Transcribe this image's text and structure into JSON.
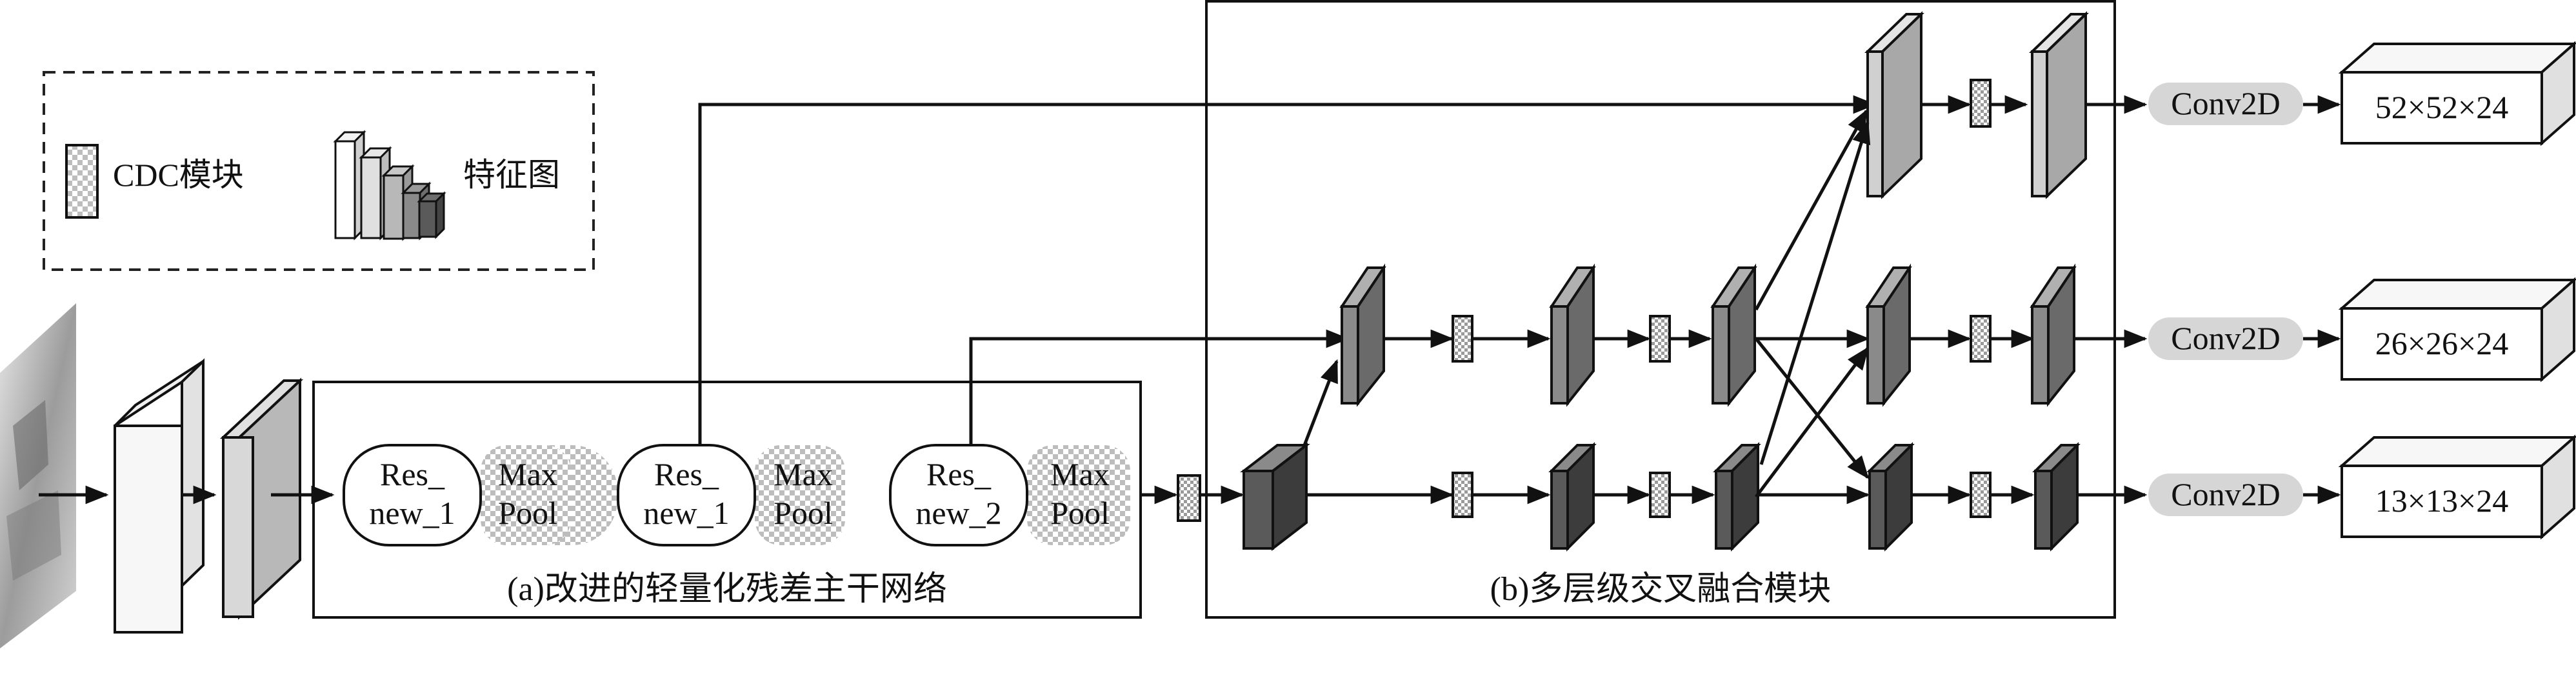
{
  "legend": {
    "cdc_label": "CDC模块",
    "feature_label": "特征图"
  },
  "backbone": {
    "caption": "(a)改进的轻量化残差主干网络",
    "blocks": [
      {
        "res_line1": "Res_",
        "res_line2": "new_1",
        "pool_line1": "Max",
        "pool_line2": "Pool"
      },
      {
        "res_line1": "Res_",
        "res_line2": "new_1",
        "pool_line1": "Max",
        "pool_line2": "Pool"
      },
      {
        "res_line1": "Res_",
        "res_line2": "new_2",
        "pool_line1": "Max",
        "pool_line2": "Pool"
      }
    ]
  },
  "fusion": {
    "caption": "(b)多层级交叉融合模块"
  },
  "outputs": [
    {
      "conv_label": "Conv2D",
      "size_label": "52×52×24"
    },
    {
      "conv_label": "Conv2D",
      "size_label": "26×26×24"
    },
    {
      "conv_label": "Conv2D",
      "size_label": "13×13×24"
    }
  ],
  "colors": {
    "light_gray": "#d0d0d0",
    "mid_gray": "#8a8a8a",
    "dark_gray": "#5a5a5a",
    "pill_gray": "#d6d6d6"
  }
}
